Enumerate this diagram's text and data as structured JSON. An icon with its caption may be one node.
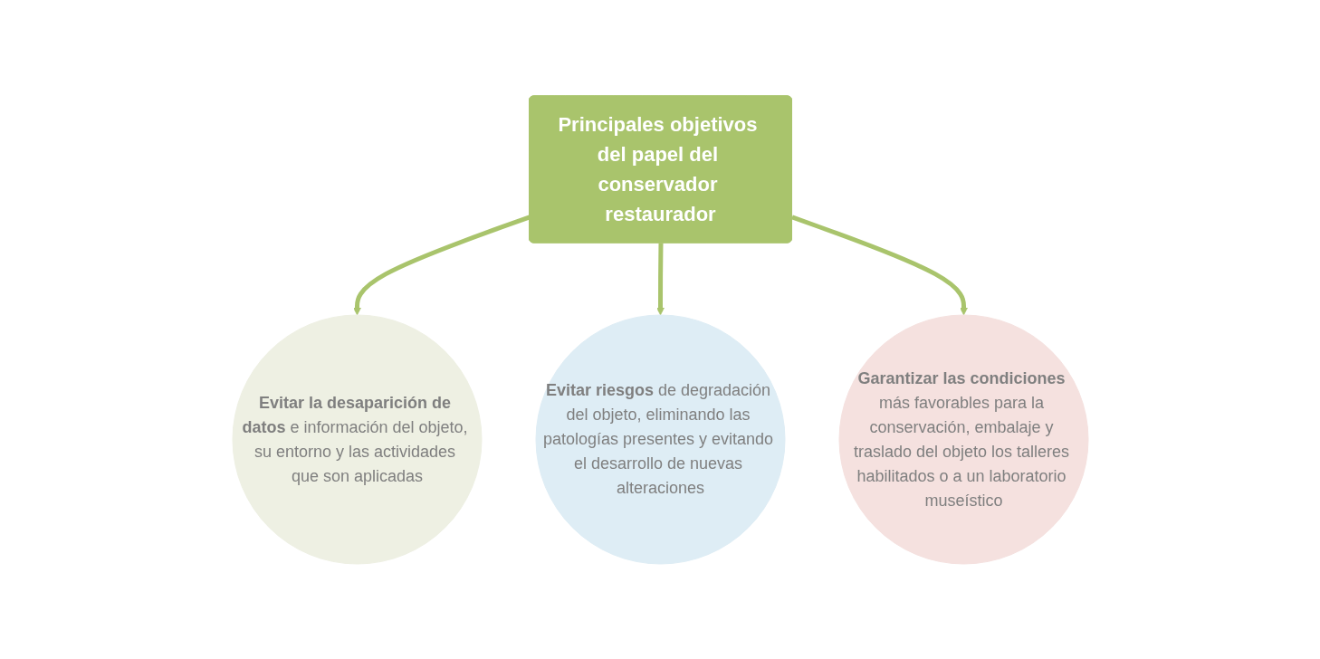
{
  "diagram": {
    "nodes": [
      {
        "text": [
          "Principales objetivos del papel del conservador restaurador"
        ]
      },
      {
        "text": [
          "**Evitar la desaparición de datos** e información del objeto, su entorno y las actividades que son aplicadas"
        ]
      },
      {
        "text": [
          "**Evitar riesgos** de degradación del objeto, eliminando las patologías presentes y evitando el desarrollo de nuevas alteraciones"
        ]
      },
      {
        "text": [
          "**Garantizar las condiciones** más favorables para la conservación, embalaje y traslado del objeto los talleres habilitados o a un laboratorio museístico"
        ]
      }
    ],
    "edges": [
      {
        "from": 0,
        "to": 1,
        "arrow": "to"
      },
      {
        "from": 0,
        "to": 2,
        "arrow": "to"
      },
      {
        "from": 0,
        "to": 3,
        "arrow": "to"
      }
    ]
  }
}
